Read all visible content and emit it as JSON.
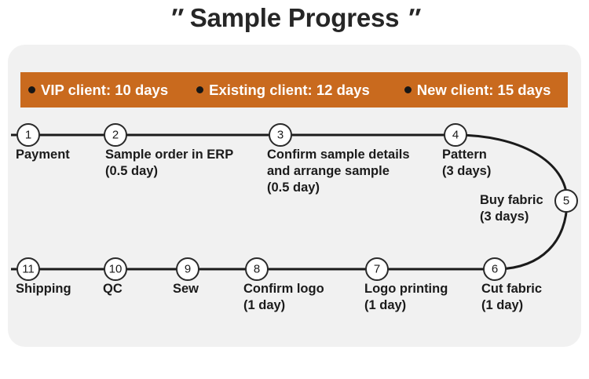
{
  "title": {
    "open_quote": "″",
    "text": "Sample Progress",
    "close_quote": "″"
  },
  "colors": {
    "banner_bg": "#c96a1e",
    "panel_bg": "#f1f1f1",
    "line": "#1b1b1b",
    "text": "#1b1b1b",
    "banner_text": "#ffffff",
    "bullet": "#161616"
  },
  "banner": {
    "items": [
      {
        "bullet": "bullet-dot",
        "label": "VIP client: 10 days"
      },
      {
        "bullet": "bullet-dot",
        "label": "Existing client: 12 days"
      },
      {
        "bullet": "bullet-dot",
        "label": "New client: 15 days"
      }
    ]
  },
  "flow": {
    "steps": [
      {
        "number": "1",
        "label": "Payment"
      },
      {
        "number": "2",
        "label": "Sample order in ERP\n(0.5 day)"
      },
      {
        "number": "3",
        "label": "Confirm sample details\nand arrange sample\n(0.5 day)"
      },
      {
        "number": "4",
        "label": "Pattern\n(3 days)"
      },
      {
        "number": "5",
        "label": "Buy fabric\n(3 days)"
      },
      {
        "number": "6",
        "label": "Cut fabric\n(1 day)"
      },
      {
        "number": "7",
        "label": "Logo printing\n(1 day)"
      },
      {
        "number": "8",
        "label": "Confirm logo\n(1 day)"
      },
      {
        "number": "9",
        "label": "Sew"
      },
      {
        "number": "10",
        "label": "QC"
      },
      {
        "number": "11",
        "label": "Shipping"
      }
    ]
  }
}
